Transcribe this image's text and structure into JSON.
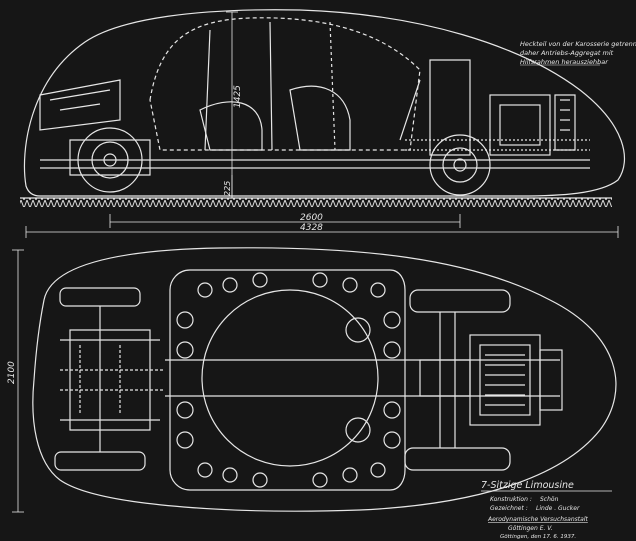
{
  "note": {
    "lines": [
      "Heckteil von der Karosserie getrennt,",
      "daher Antriebs-Aggregat mit",
      "Hilfsrahmen herausziehbar"
    ]
  },
  "dimensions": {
    "height": "1425",
    "ground_clearance": "225",
    "wheelbase": "2600",
    "overall_length": "4328",
    "overall_width": "2100"
  },
  "title_block": {
    "title": "7-Sitzige Limousine",
    "konstruktion_label": "Konstruktion :",
    "konstruktion_sig": "Schön",
    "gezeichnet_label": "Gezeichnet :",
    "gezeichnet_sig": "Linde . Gucker",
    "institute_line1": "Aerodynamische Versuchsanstalt",
    "institute_line2": "Göttingen  E. V.",
    "date_line": "Göttingen, den  17. 6. 1937."
  },
  "colors": {
    "background": "#161616",
    "line": "#e8e8e8"
  }
}
